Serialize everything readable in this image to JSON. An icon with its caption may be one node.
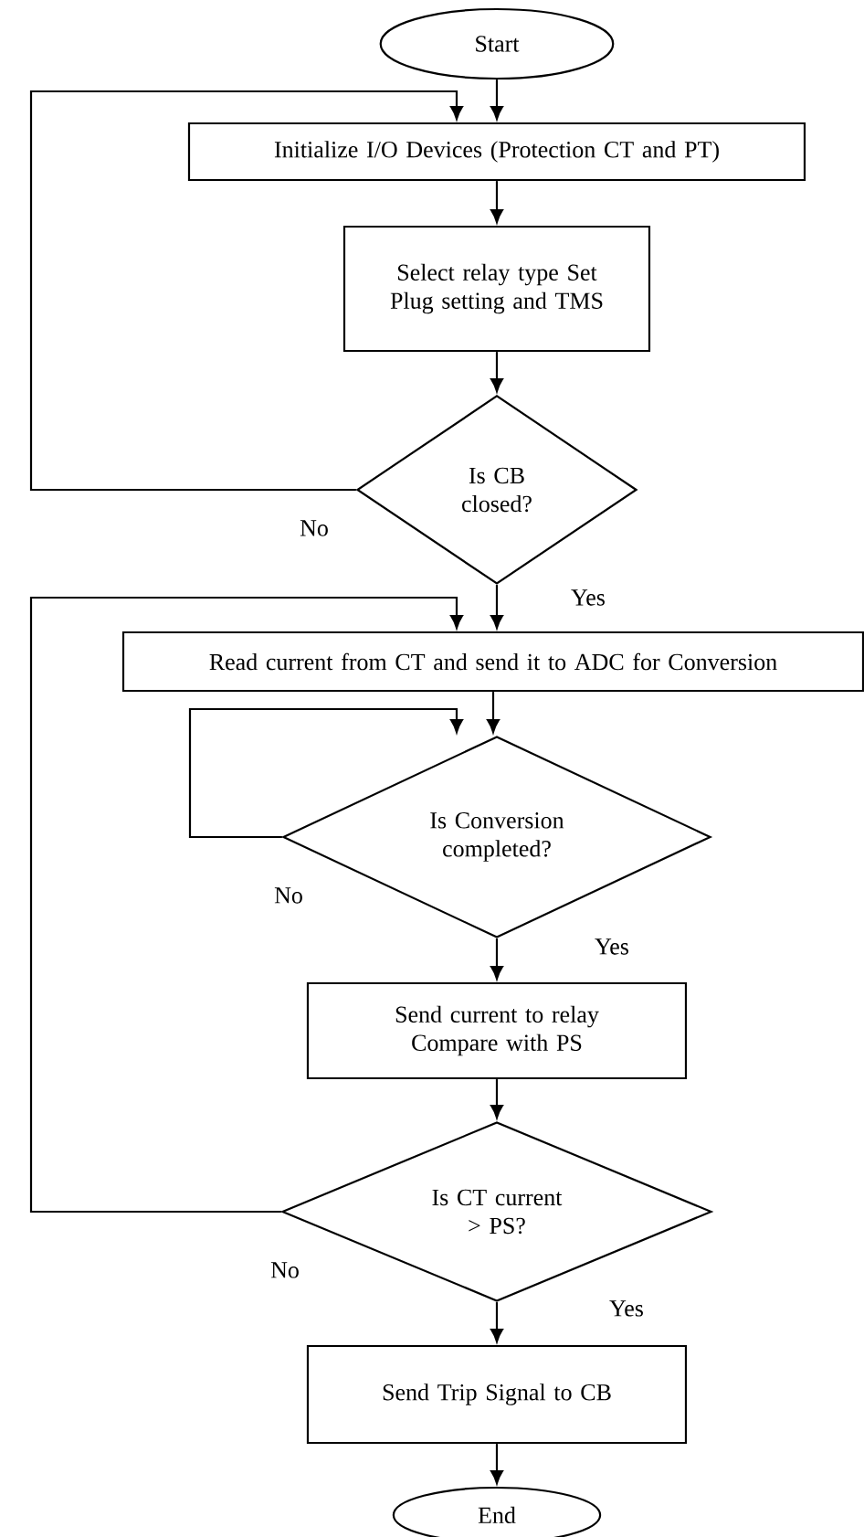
{
  "diagram": {
    "nodes": [
      {
        "text": [
          "Start"
        ]
      },
      {
        "text": [
          "Initialize I/O Devices (Protection CT and PT)"
        ]
      },
      {
        "text": [
          "Select relay type Set Plug setting and TMS"
        ]
      },
      {
        "text": [
          "Is CB closed?"
        ]
      },
      {
        "text": [
          "Read current from CT and send it to ADC for Conversion"
        ]
      },
      {
        "text": [
          "Is Conversion completed?"
        ]
      },
      {
        "text": [
          "Send current to relay Compare with PS"
        ]
      },
      {
        "text": [
          "Is CT current > PS?"
        ]
      },
      {
        "text": [
          "Send Trip Signal to CB"
        ]
      },
      {
        "text": [
          "End"
        ]
      }
    ],
    "edges": [
      {
        "from": 0,
        "to": 1,
        "arrow": "to"
      },
      {
        "from": 1,
        "to": 2,
        "arrow": "to"
      },
      {
        "from": 2,
        "to": 3,
        "arrow": "to"
      },
      {
        "from": 3,
        "to": 1,
        "arrow": "to",
        "label": "No"
      },
      {
        "from": 3,
        "to": 4,
        "arrow": "to",
        "label": "Yes"
      },
      {
        "from": 4,
        "to": 5,
        "arrow": "to"
      },
      {
        "from": 5,
        "to": 5,
        "arrow": "to",
        "label": "No"
      },
      {
        "from": 5,
        "to": 6,
        "arrow": "to",
        "label": "Yes"
      },
      {
        "from": 6,
        "to": 7,
        "arrow": "to"
      },
      {
        "from": 7,
        "to": 4,
        "arrow": "to",
        "label": "No"
      },
      {
        "from": 7,
        "to": 8,
        "arrow": "to",
        "label": "Yes"
      },
      {
        "from": 8,
        "to": 9,
        "arrow": "to"
      }
    ]
  }
}
